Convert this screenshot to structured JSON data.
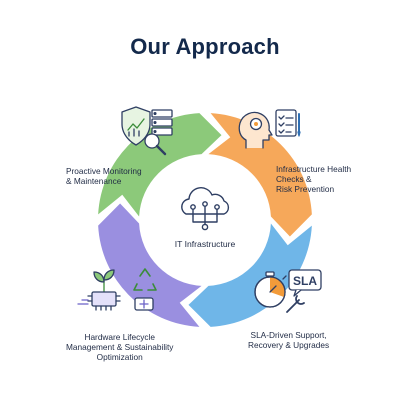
{
  "title": "Our Approach",
  "center": {
    "label": "IT Infrastructure",
    "icon": "cloud-network-icon"
  },
  "segments": [
    {
      "position": "top-left",
      "color": "#8cc97a",
      "icon": "shield-chart-server-icon",
      "label_lines": [
        "Proactive Monitoring",
        "& Maintenance"
      ]
    },
    {
      "position": "top-right",
      "color": "#f6a85a",
      "icon": "gear-head-checklist-icon",
      "label_lines": [
        "Infrastructure Health",
        "Checks &",
        "Risk Prevention"
      ]
    },
    {
      "position": "bottom-right",
      "color": "#6fb6e8",
      "icon": "stopwatch-sla-wrench-icon",
      "badge": "SLA",
      "label_lines": [
        "SLA-Driven Support,",
        "Recovery & Upgrades"
      ]
    },
    {
      "position": "bottom-left",
      "color": "#9a8fe0",
      "icon": "chip-plant-recycle-icon",
      "label_lines": [
        "Hardware Lifecycle",
        "Management & Sustainability",
        "Optimization"
      ]
    }
  ]
}
